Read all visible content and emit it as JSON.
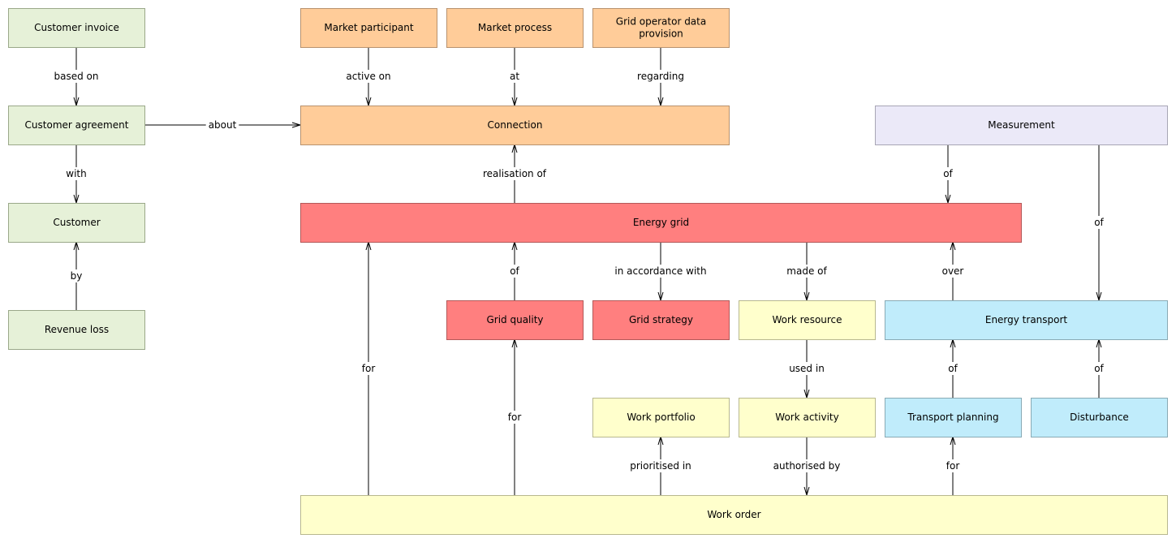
{
  "colors": {
    "customer": {
      "fill": "#e6f1d8",
      "stroke": "#9aa889"
    },
    "market": {
      "fill": "#ffcc99",
      "stroke": "#b8926e"
    },
    "grid": {
      "fill": "#ff7f7f",
      "stroke": "#b35959"
    },
    "work": {
      "fill": "#ffffcc",
      "stroke": "#b8b88f"
    },
    "transport": {
      "fill": "#c0ecfb",
      "stroke": "#89aab5"
    },
    "measurement": {
      "fill": "#ebe9f8",
      "stroke": "#a8a6b5"
    }
  },
  "nodes": {
    "customer_invoice": {
      "label": "Customer invoice",
      "group": "customer"
    },
    "customer_agreement": {
      "label": "Customer agreement",
      "group": "customer"
    },
    "customer": {
      "label": "Customer",
      "group": "customer"
    },
    "revenue_loss": {
      "label": "Revenue loss",
      "group": "customer"
    },
    "market_participant": {
      "label": "Market participant",
      "group": "market"
    },
    "market_process": {
      "label": "Market process",
      "group": "market"
    },
    "grid_operator_data_provision": {
      "label": "Grid operator data provision",
      "group": "market"
    },
    "connection": {
      "label": "Connection",
      "group": "market"
    },
    "measurement": {
      "label": "Measurement",
      "group": "measurement"
    },
    "energy_grid": {
      "label": "Energy grid",
      "group": "grid"
    },
    "grid_quality": {
      "label": "Grid quality",
      "group": "grid"
    },
    "grid_strategy": {
      "label": "Grid strategy",
      "group": "grid"
    },
    "work_resource": {
      "label": "Work resource",
      "group": "work"
    },
    "energy_transport": {
      "label": "Energy transport",
      "group": "transport"
    },
    "work_portfolio": {
      "label": "Work portfolio",
      "group": "work"
    },
    "work_activity": {
      "label": "Work activity",
      "group": "work"
    },
    "transport_planning": {
      "label": "Transport planning",
      "group": "transport"
    },
    "disturbance": {
      "label": "Disturbance",
      "group": "transport"
    },
    "work_order": {
      "label": "Work order",
      "group": "work"
    }
  },
  "edges": [
    {
      "from": "customer_invoice",
      "to": "customer_agreement",
      "label": "based on"
    },
    {
      "from": "customer_agreement",
      "to": "connection",
      "label": "about"
    },
    {
      "from": "customer_agreement",
      "to": "customer",
      "label": "with"
    },
    {
      "from": "revenue_loss",
      "to": "customer",
      "label": "by"
    },
    {
      "from": "market_participant",
      "to": "connection",
      "label": "active on"
    },
    {
      "from": "market_process",
      "to": "connection",
      "label": "at"
    },
    {
      "from": "grid_operator_data_provision",
      "to": "connection",
      "label": "regarding"
    },
    {
      "from": "energy_grid",
      "to": "connection",
      "label": "realisation of"
    },
    {
      "from": "measurement",
      "to": "energy_grid",
      "label": "of"
    },
    {
      "from": "measurement",
      "to": "energy_transport",
      "label": "of"
    },
    {
      "from": "grid_quality",
      "to": "energy_grid",
      "label": "of"
    },
    {
      "from": "energy_grid",
      "to": "grid_strategy",
      "label": "in accordance with"
    },
    {
      "from": "energy_grid",
      "to": "work_resource",
      "label": "made of"
    },
    {
      "from": "energy_transport",
      "to": "energy_grid",
      "label": "over"
    },
    {
      "from": "work_resource",
      "to": "work_activity",
      "label": "used in"
    },
    {
      "from": "transport_planning",
      "to": "energy_transport",
      "label": "of"
    },
    {
      "from": "disturbance",
      "to": "energy_transport",
      "label": "of"
    },
    {
      "from": "work_order",
      "to": "energy_grid",
      "label": "for"
    },
    {
      "from": "work_order",
      "to": "grid_quality",
      "label": "for"
    },
    {
      "from": "work_order",
      "to": "work_portfolio",
      "label": "prioritised in"
    },
    {
      "from": "work_activity",
      "to": "work_order",
      "label": "authorised by"
    },
    {
      "from": "work_order",
      "to": "transport_planning",
      "label": "for"
    }
  ]
}
